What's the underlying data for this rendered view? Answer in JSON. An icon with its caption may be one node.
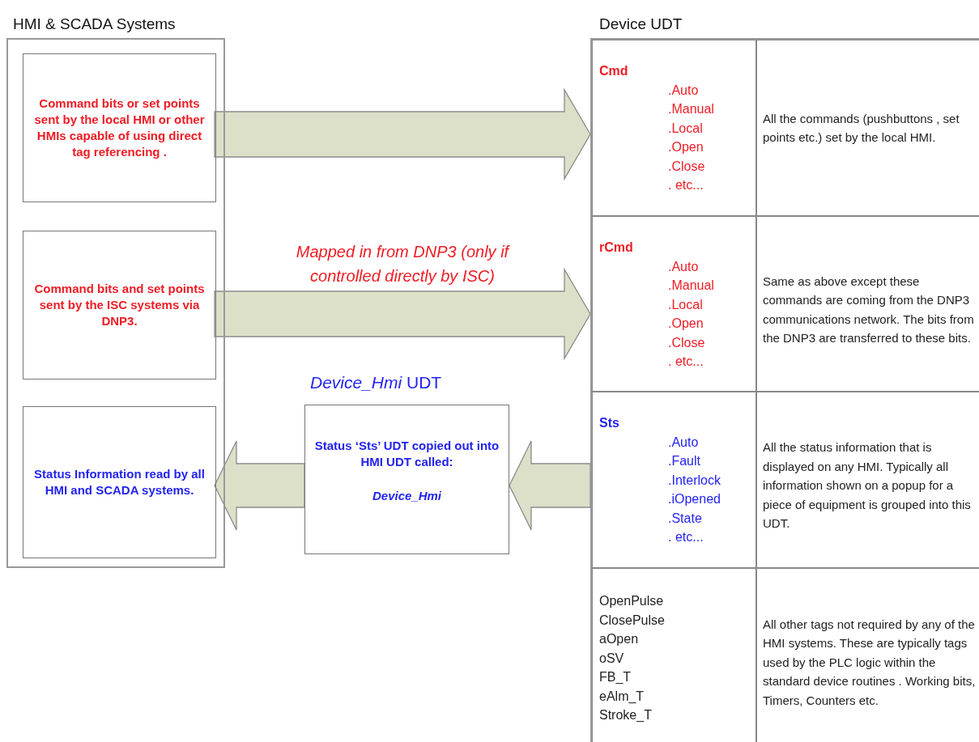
{
  "diagram": {
    "nodes": [
      {
        "text": [
          "HMI & SCADA Systems"
        ]
      },
      {
        "text": [
          "Command bits or set points sent by the local HMI or other HMIs capable of using direct tag referencing ."
        ],
        "in": 0
      },
      {
        "text": [
          "Command bits and set points sent by the ISC systems via DNP3."
        ],
        "in": 0
      },
      {
        "text": [
          "Status Information read by all HMI and SCADA systems."
        ],
        "in": 0
      },
      {
        "text": [
          "*Device_Hmi* UDT",
          "Status ‘Sts’ UDT copied out into HMI UDT called:",
          "Device_Hmi"
        ]
      },
      {
        "text": [
          "Device UDT"
        ]
      },
      {
        "text": [
          "Cmd",
          ".Auto",
          ".Manual",
          ".Local",
          ".Open",
          ".Close",
          ". etc..."
        ],
        "in": 5
      },
      {
        "text": [
          "All the commands (pushbuttons , set points etc.) set by the local HMI."
        ],
        "in": 5
      },
      {
        "text": [
          "rCmd",
          ".Auto",
          ".Manual",
          ".Local",
          ".Open",
          ".Close",
          ". etc..."
        ],
        "in": 5
      },
      {
        "text": [
          "Same as above except these commands are coming from the DNP3 communications network. The bits from the DNP3 are transferred to these bits."
        ],
        "in": 5
      },
      {
        "text": [
          "Sts",
          ".Auto",
          ".Fault",
          ".Interlock",
          ".iOpened",
          ".State",
          ". etc..."
        ],
        "in": 5
      },
      {
        "text": [
          "All the status information that is displayed on any HMI. Typically all information shown on a popup for a piece of equipment is grouped into this UDT."
        ],
        "in": 5
      },
      {
        "text": [
          "OpenPulse",
          "ClosePulse",
          "aOpen",
          "oSV",
          "FB_T",
          "eAlm_T",
          "Stroke_T"
        ],
        "in": 5
      },
      {
        "text": [
          "All other tags not required by any of the HMI systems. These are typically tags used by the PLC logic within the standard device routines . Working bits, Timers, Counters etc."
        ],
        "in": 5
      }
    ],
    "edges": [
      {
        "from": 1,
        "to": 6,
        "arrow": "to"
      },
      {
        "from": 2,
        "to": 8,
        "arrow": "to",
        "label": "Mapped in from DNP3 (only if controlled directly by ISC)"
      },
      {
        "from": 10,
        "to": 4,
        "arrow": "to"
      },
      {
        "from": 4,
        "to": 3,
        "arrow": "to"
      }
    ]
  }
}
